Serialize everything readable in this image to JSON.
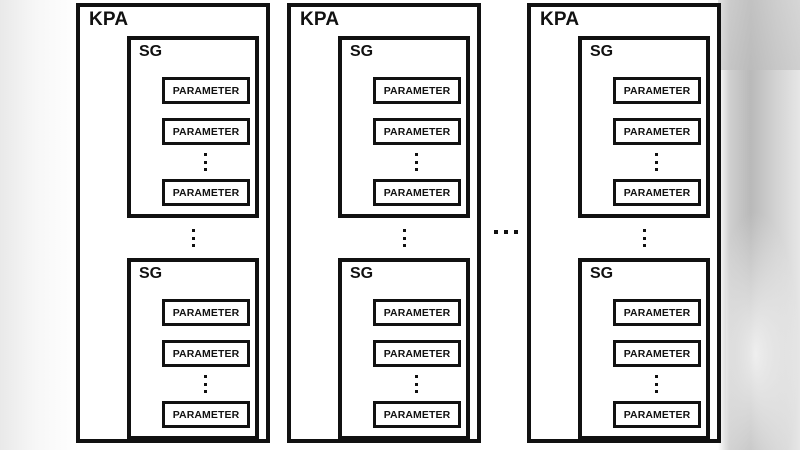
{
  "diagram": {
    "title": "KPA-SG-PARAMETER hierarchy",
    "type": "nested-containment-diagram",
    "labels": {
      "kpa": "KPA",
      "sg": "SG",
      "parameter": "PARAMETER"
    },
    "ellipsis": {
      "vertical_glyph": "⋮",
      "horizontal_glyph": "⋯",
      "vertical_dot_count": 3,
      "horizontal_dot_count": 3
    },
    "colors": {
      "stroke": "#111111",
      "fill": "#ffffff",
      "backdrop_left": "#efefef",
      "backdrop_right": "#bdbdbd"
    },
    "columns": [
      {
        "name": "kpa-1",
        "label": "KPA",
        "groups": [
          {
            "name": "sg-1-1",
            "label": "SG",
            "parameters": [
              "PARAMETER",
              "PARAMETER",
              "PARAMETER"
            ],
            "ellipsis_after_index": 2
          },
          {
            "name": "sg-1-2",
            "label": "SG",
            "parameters": [
              "PARAMETER",
              "PARAMETER",
              "PARAMETER"
            ],
            "ellipsis_after_index": 2
          }
        ],
        "ellipsis_between_groups": true
      },
      {
        "name": "kpa-2",
        "label": "KPA",
        "groups": [
          {
            "name": "sg-2-1",
            "label": "SG",
            "parameters": [
              "PARAMETER",
              "PARAMETER",
              "PARAMETER"
            ],
            "ellipsis_after_index": 2
          },
          {
            "name": "sg-2-2",
            "label": "SG",
            "parameters": [
              "PARAMETER",
              "PARAMETER",
              "PARAMETER"
            ],
            "ellipsis_after_index": 2
          }
        ],
        "ellipsis_between_groups": true
      },
      {
        "name": "kpa-3",
        "label": "KPA",
        "groups": [
          {
            "name": "sg-3-1",
            "label": "SG",
            "parameters": [
              "PARAMETER",
              "PARAMETER",
              "PARAMETER"
            ],
            "ellipsis_after_index": 2
          },
          {
            "name": "sg-3-2",
            "label": "SG",
            "parameters": [
              "PARAMETER",
              "PARAMETER",
              "PARAMETER"
            ],
            "ellipsis_after_index": 2
          }
        ],
        "ellipsis_between_groups": true
      }
    ],
    "ellipsis_between_columns": true
  }
}
